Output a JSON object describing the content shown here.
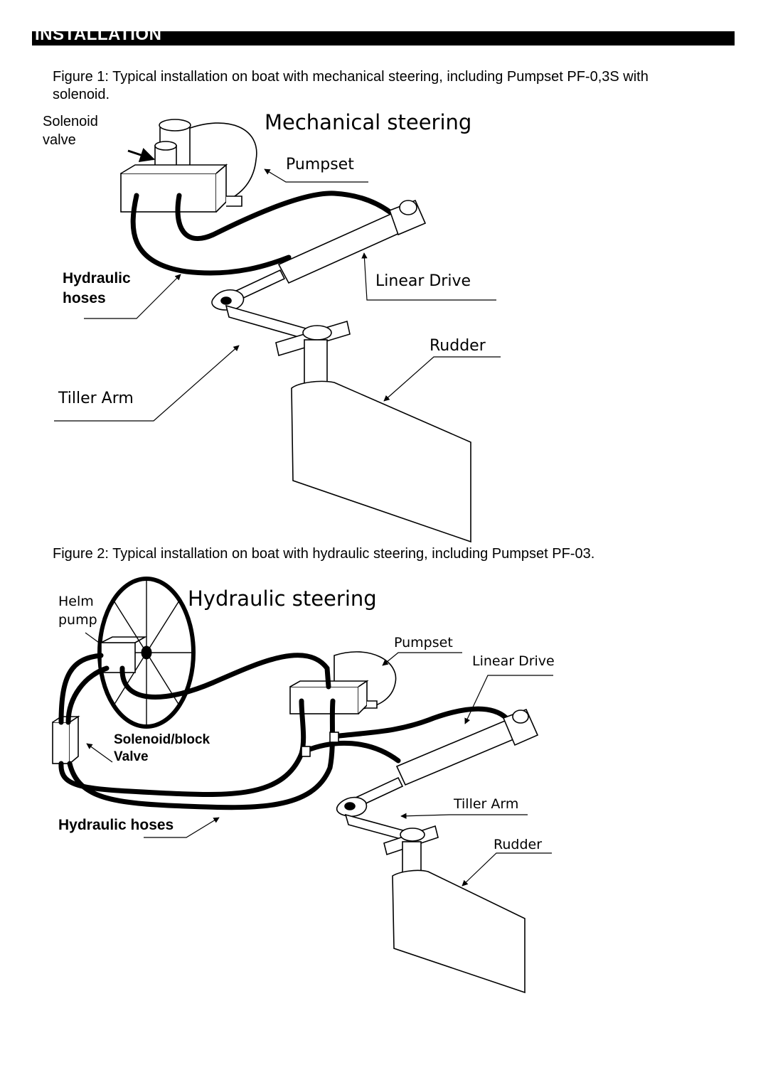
{
  "header": {
    "title": "INSTALLATION"
  },
  "figure1": {
    "caption": "Figure 1: Typical installation on boat with mechanical steering, including Pumpset PF-0,3S with solenoid.",
    "title": "Mechanical steering",
    "labels": {
      "solenoid_line1": "Solenoid",
      "solenoid_line2": "valve",
      "pumpset": "Pumpset",
      "hoses_line1": "Hydraulic",
      "hoses_line2": "hoses",
      "linear_drive": "Linear Drive",
      "rudder": "Rudder",
      "tiller_arm": "Tiller Arm"
    }
  },
  "figure2": {
    "caption": "Figure 2: Typical installation on boat with hydraulic steering, including Pumpset PF-03.",
    "title": "Hydraulic steering",
    "labels": {
      "helm_line1": "Helm",
      "helm_line2": "pump",
      "pumpset": "Pumpset",
      "linear_drive": "Linear Drive",
      "solenoid_line1": "Solenoid/block",
      "solenoid_line2": "Valve",
      "hoses": "Hydraulic hoses",
      "tiller_arm": "Tiller Arm",
      "rudder": "Rudder"
    }
  }
}
